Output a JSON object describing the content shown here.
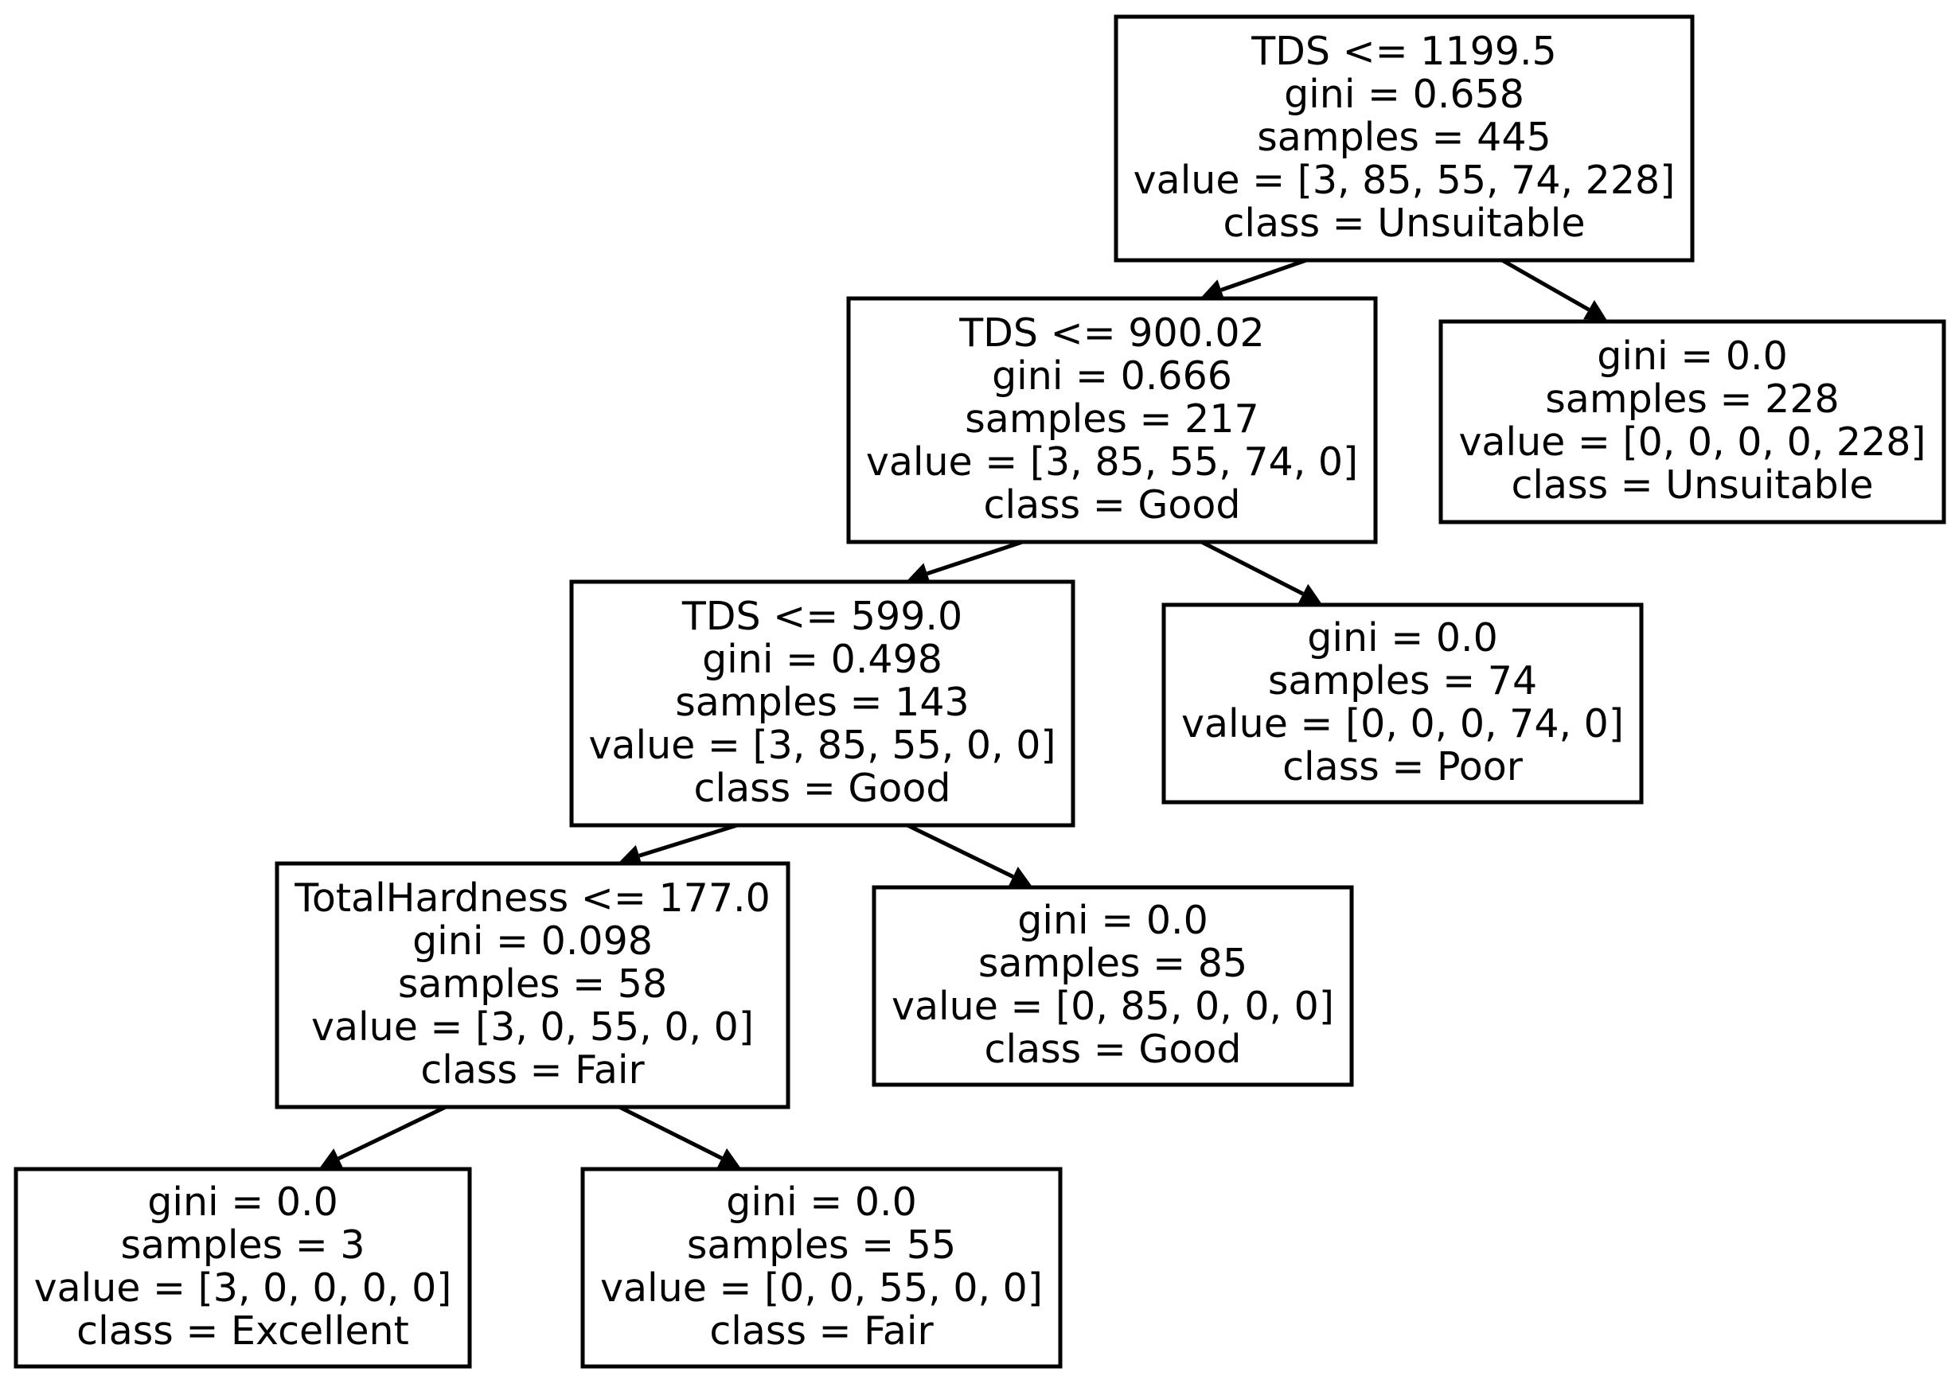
{
  "tree": {
    "nodes": [
      {
        "id": "root",
        "lines": [
          "TDS <= 1199.5",
          "gini = 0.658",
          "samples = 445",
          "value = [3, 85, 55, 74, 228]",
          "class = Unsuitable"
        ]
      },
      {
        "id": "n1",
        "lines": [
          "TDS <= 900.02",
          "gini = 0.666",
          "samples = 217",
          "value = [3, 85, 55, 74, 0]",
          "class = Good"
        ]
      },
      {
        "id": "n2",
        "lines": [
          "gini = 0.0",
          "samples = 228",
          "value = [0, 0, 0, 0, 228]",
          "class = Unsuitable"
        ]
      },
      {
        "id": "n3",
        "lines": [
          "TDS <= 599.0",
          "gini = 0.498",
          "samples = 143",
          "value = [3, 85, 55, 0, 0]",
          "class = Good"
        ]
      },
      {
        "id": "n4",
        "lines": [
          "gini = 0.0",
          "samples = 74",
          "value = [0, 0, 0, 74, 0]",
          "class = Poor"
        ]
      },
      {
        "id": "n5",
        "lines": [
          "TotalHardness <= 177.0",
          "gini = 0.098",
          "samples = 58",
          "value = [3, 0, 55, 0, 0]",
          "class = Fair"
        ]
      },
      {
        "id": "n6",
        "lines": [
          "gini = 0.0",
          "samples = 85",
          "value = [0, 85, 0, 0, 0]",
          "class = Good"
        ]
      },
      {
        "id": "n7",
        "lines": [
          "gini = 0.0",
          "samples = 3",
          "value = [3, 0, 0, 0, 0]",
          "class = Excellent"
        ]
      },
      {
        "id": "n8",
        "lines": [
          "gini = 0.0",
          "samples = 55",
          "value = [0, 0, 55, 0, 0]",
          "class = Fair"
        ]
      }
    ],
    "edges": [
      {
        "from": "root",
        "to": "n1"
      },
      {
        "from": "root",
        "to": "n2"
      },
      {
        "from": "n1",
        "to": "n3"
      },
      {
        "from": "n1",
        "to": "n4"
      },
      {
        "from": "n3",
        "to": "n5"
      },
      {
        "from": "n3",
        "to": "n6"
      },
      {
        "from": "n5",
        "to": "n7"
      },
      {
        "from": "n5",
        "to": "n8"
      }
    ]
  }
}
